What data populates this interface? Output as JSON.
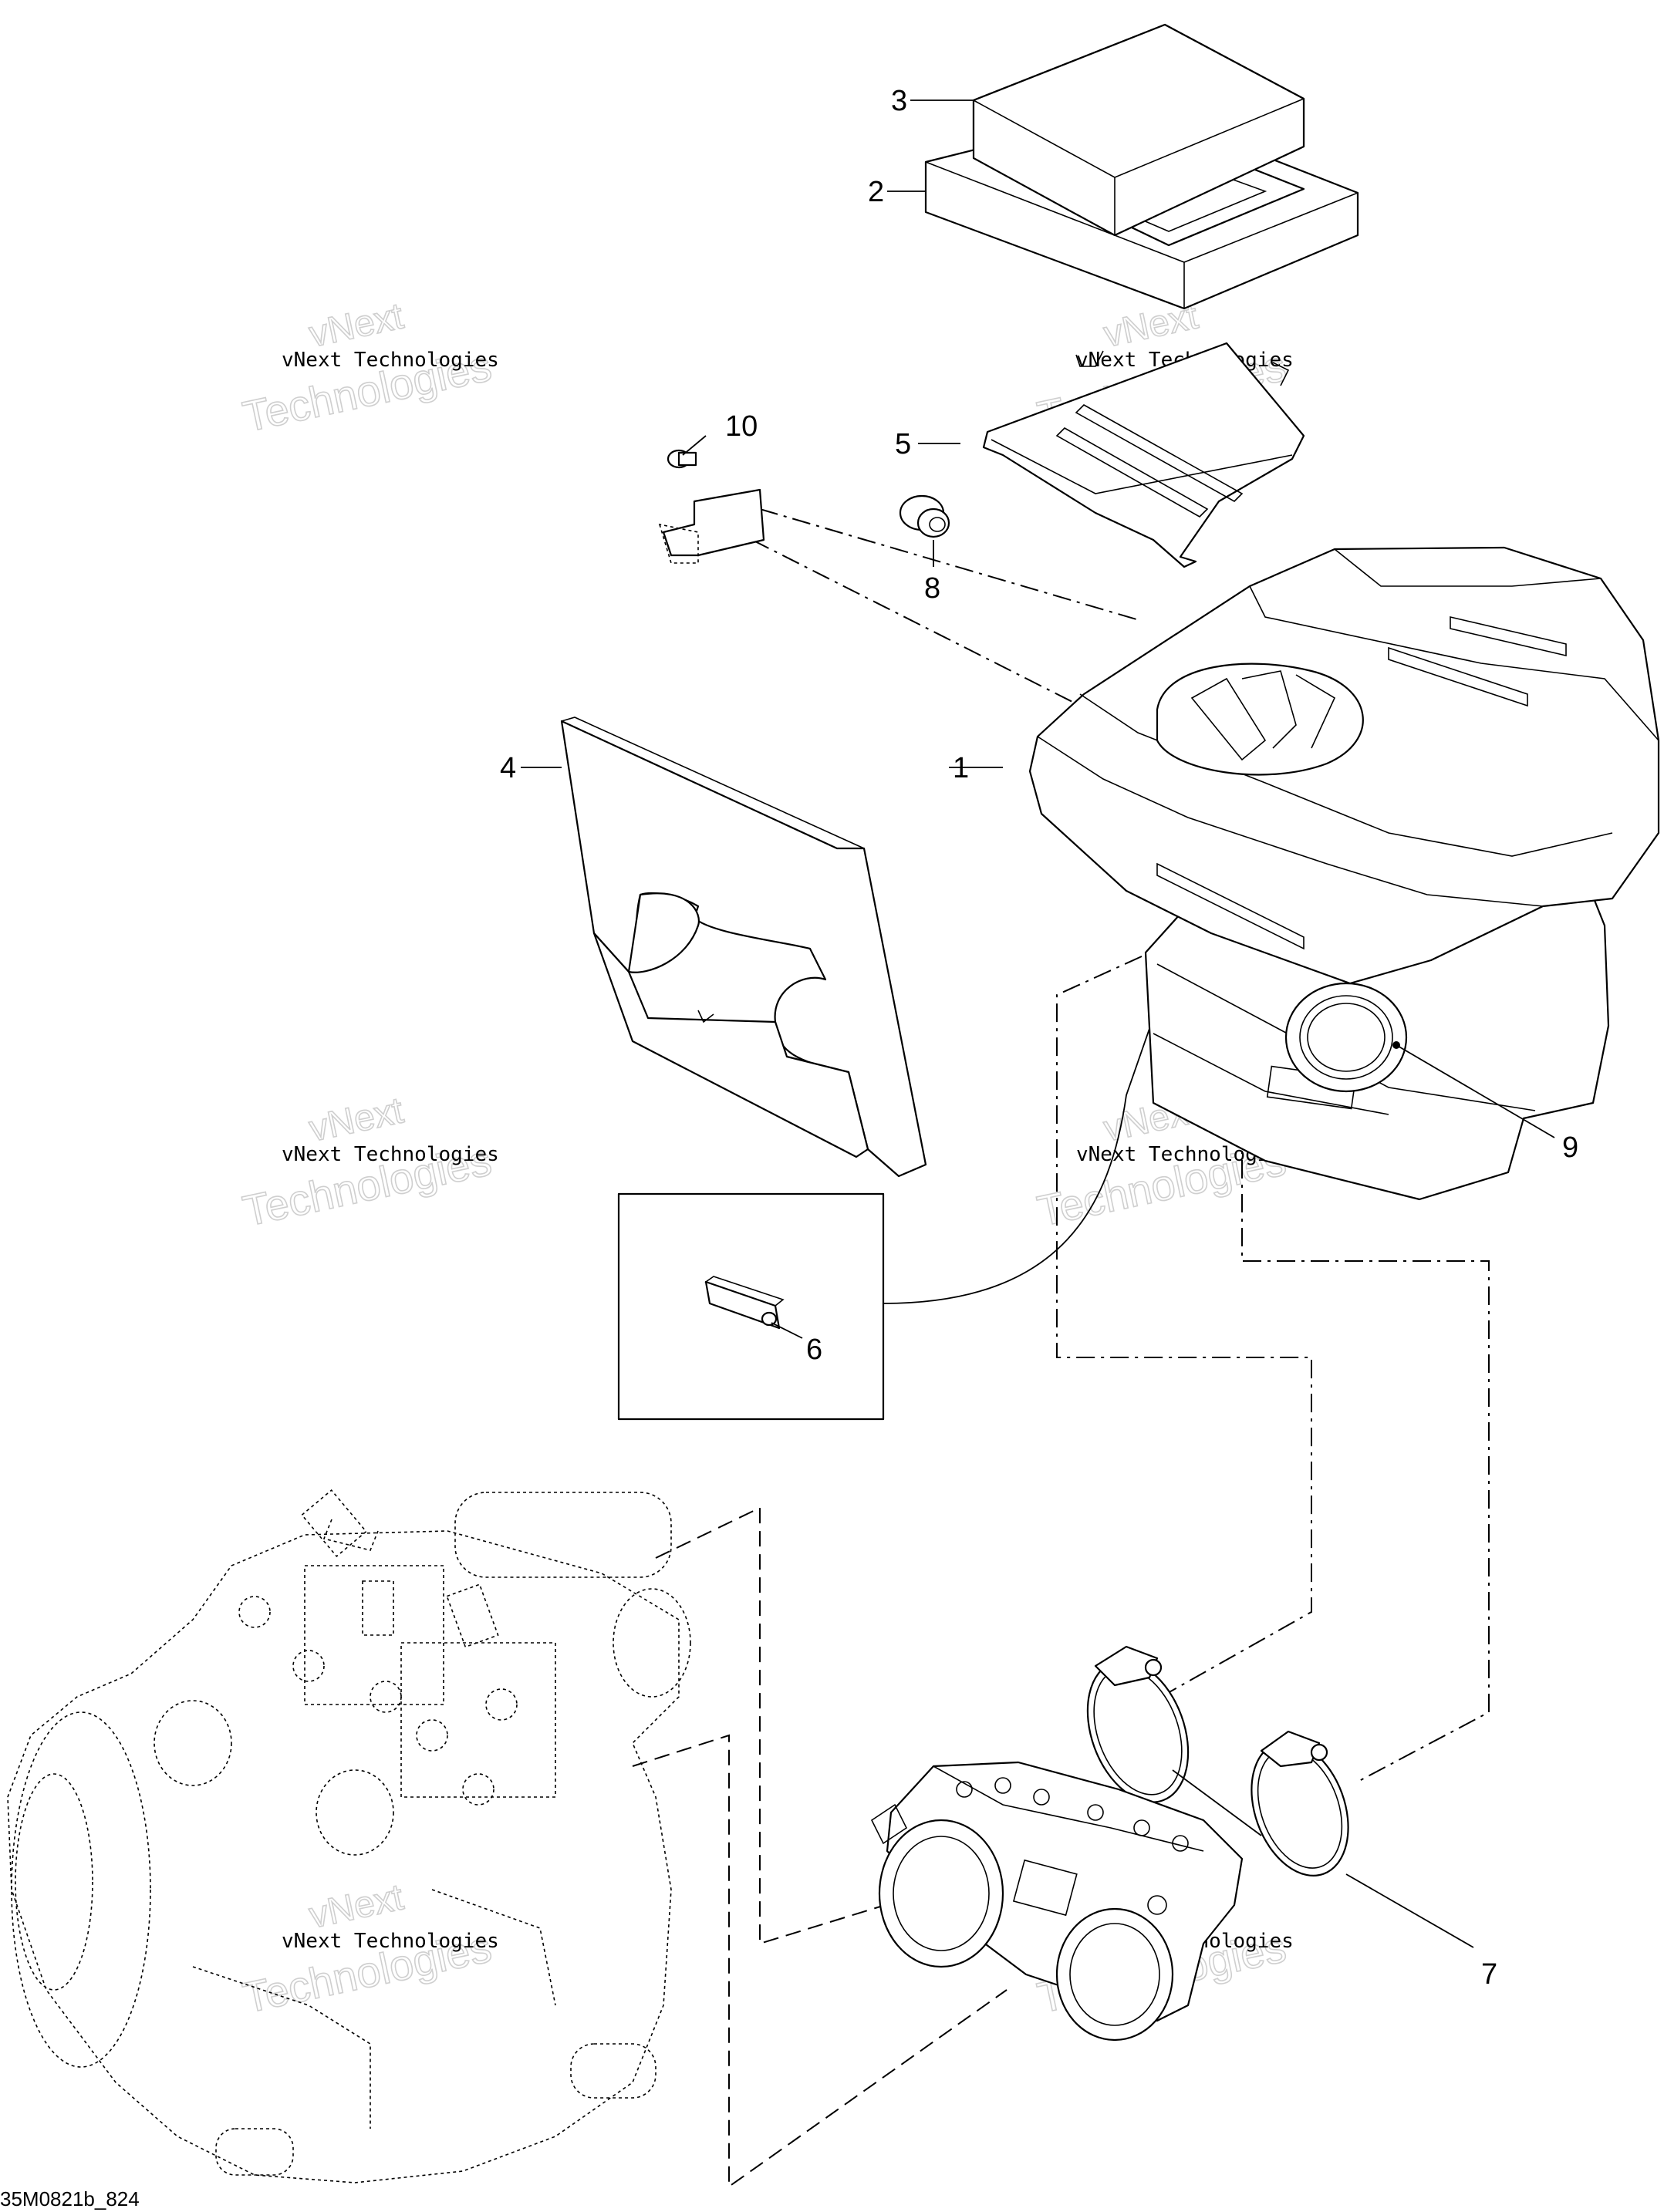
{
  "diagram": {
    "callouts": [
      {
        "id": "c1",
        "label": "1"
      },
      {
        "id": "c2",
        "label": "2"
      },
      {
        "id": "c3",
        "label": "3"
      },
      {
        "id": "c4",
        "label": "4"
      },
      {
        "id": "c5",
        "label": "5"
      },
      {
        "id": "c6",
        "label": "6"
      },
      {
        "id": "c7",
        "label": "7"
      },
      {
        "id": "c8",
        "label": "8"
      },
      {
        "id": "c9",
        "label": "9"
      },
      {
        "id": "c10",
        "label": "10"
      }
    ],
    "watermark": {
      "line1": "vNext Technologies",
      "line2_a": "vNext",
      "line2_b": "Technologies"
    },
    "footer_code": "35M0821b_824"
  }
}
